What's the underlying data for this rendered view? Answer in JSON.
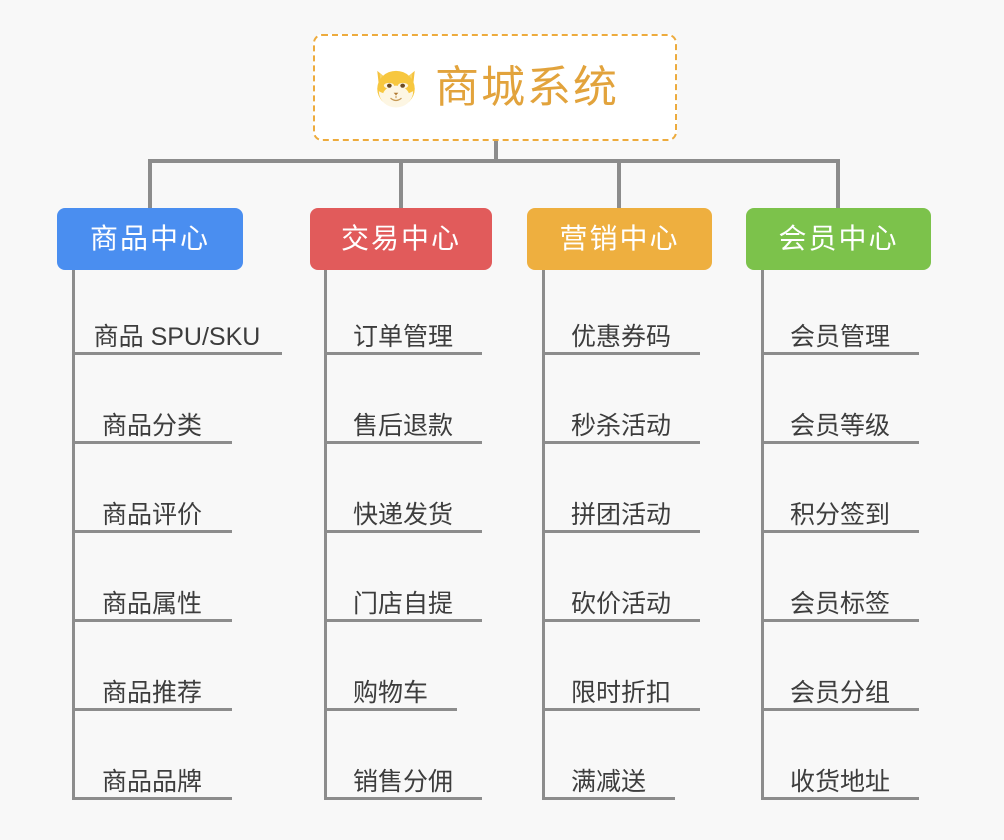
{
  "diagram": {
    "type": "mindmap-tree",
    "background_color": "#f8f8f8",
    "line_color": "#8c8c8c",
    "root": {
      "title": "商城系统",
      "icon": "shiba-dog-face-icon",
      "text_color": "#e2a33c",
      "border_color": "#edab3d",
      "background_color": "#ffffff"
    },
    "branches": [
      {
        "label": "商品中心",
        "color": "#4a8ef0",
        "items": [
          "商品 SPU/SKU",
          "商品分类",
          "商品评价",
          "商品属性",
          "商品推荐",
          "商品品牌"
        ]
      },
      {
        "label": "交易中心",
        "color": "#e15b5b",
        "items": [
          "订单管理",
          "售后退款",
          "快递发货",
          "门店自提",
          "购物车",
          "销售分佣"
        ]
      },
      {
        "label": "营销中心",
        "color": "#eeaf3f",
        "items": [
          "优惠券码",
          "秒杀活动",
          "拼团活动",
          "砍价活动",
          "限时折扣",
          "满减送"
        ]
      },
      {
        "label": "会员中心",
        "color": "#7cc24b",
        "items": [
          "会员管理",
          "会员等级",
          "积分签到",
          "会员标签",
          "会员分组",
          "收货地址"
        ]
      }
    ]
  }
}
